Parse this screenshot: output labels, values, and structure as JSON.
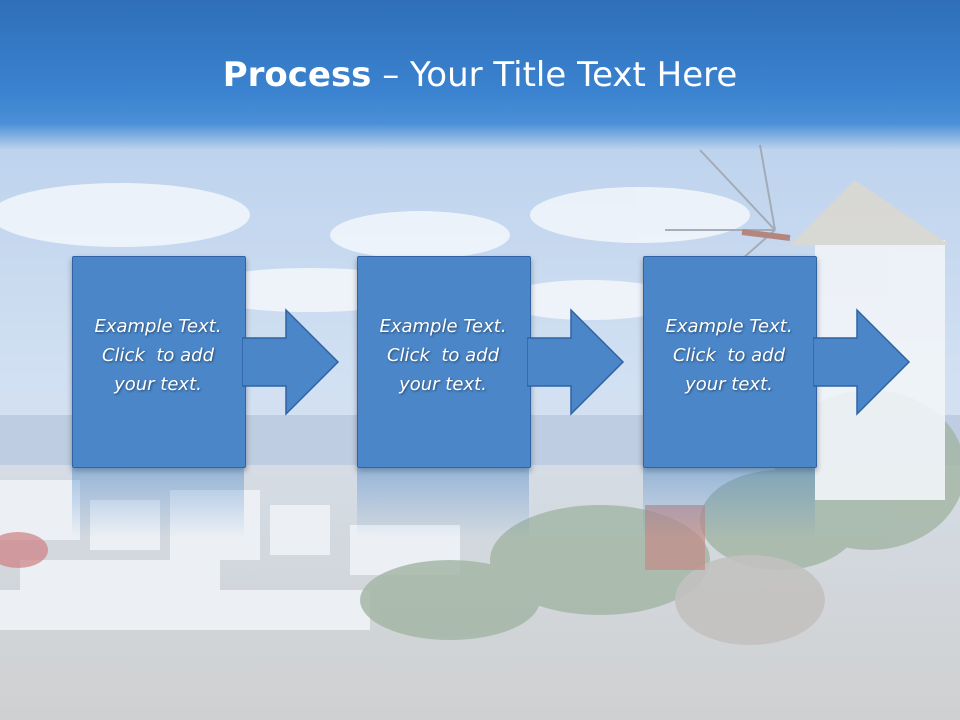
{
  "slide": {
    "title_bold": "Process",
    "title_rest": " – Your Title Text Here"
  },
  "steps": [
    {
      "line1": "Example Text.",
      "line2": "Click  to add",
      "line3": "your text."
    },
    {
      "line1": "Example Text.",
      "line2": "Click  to add",
      "line3": "your text."
    },
    {
      "line1": "Example Text.",
      "line2": "Click  to add",
      "line3": "your text."
    }
  ],
  "colors": {
    "title_band": "#3a82cf",
    "step_fill": "#4a86c8",
    "step_border": "#2f63a3",
    "text": "#ffffff"
  }
}
